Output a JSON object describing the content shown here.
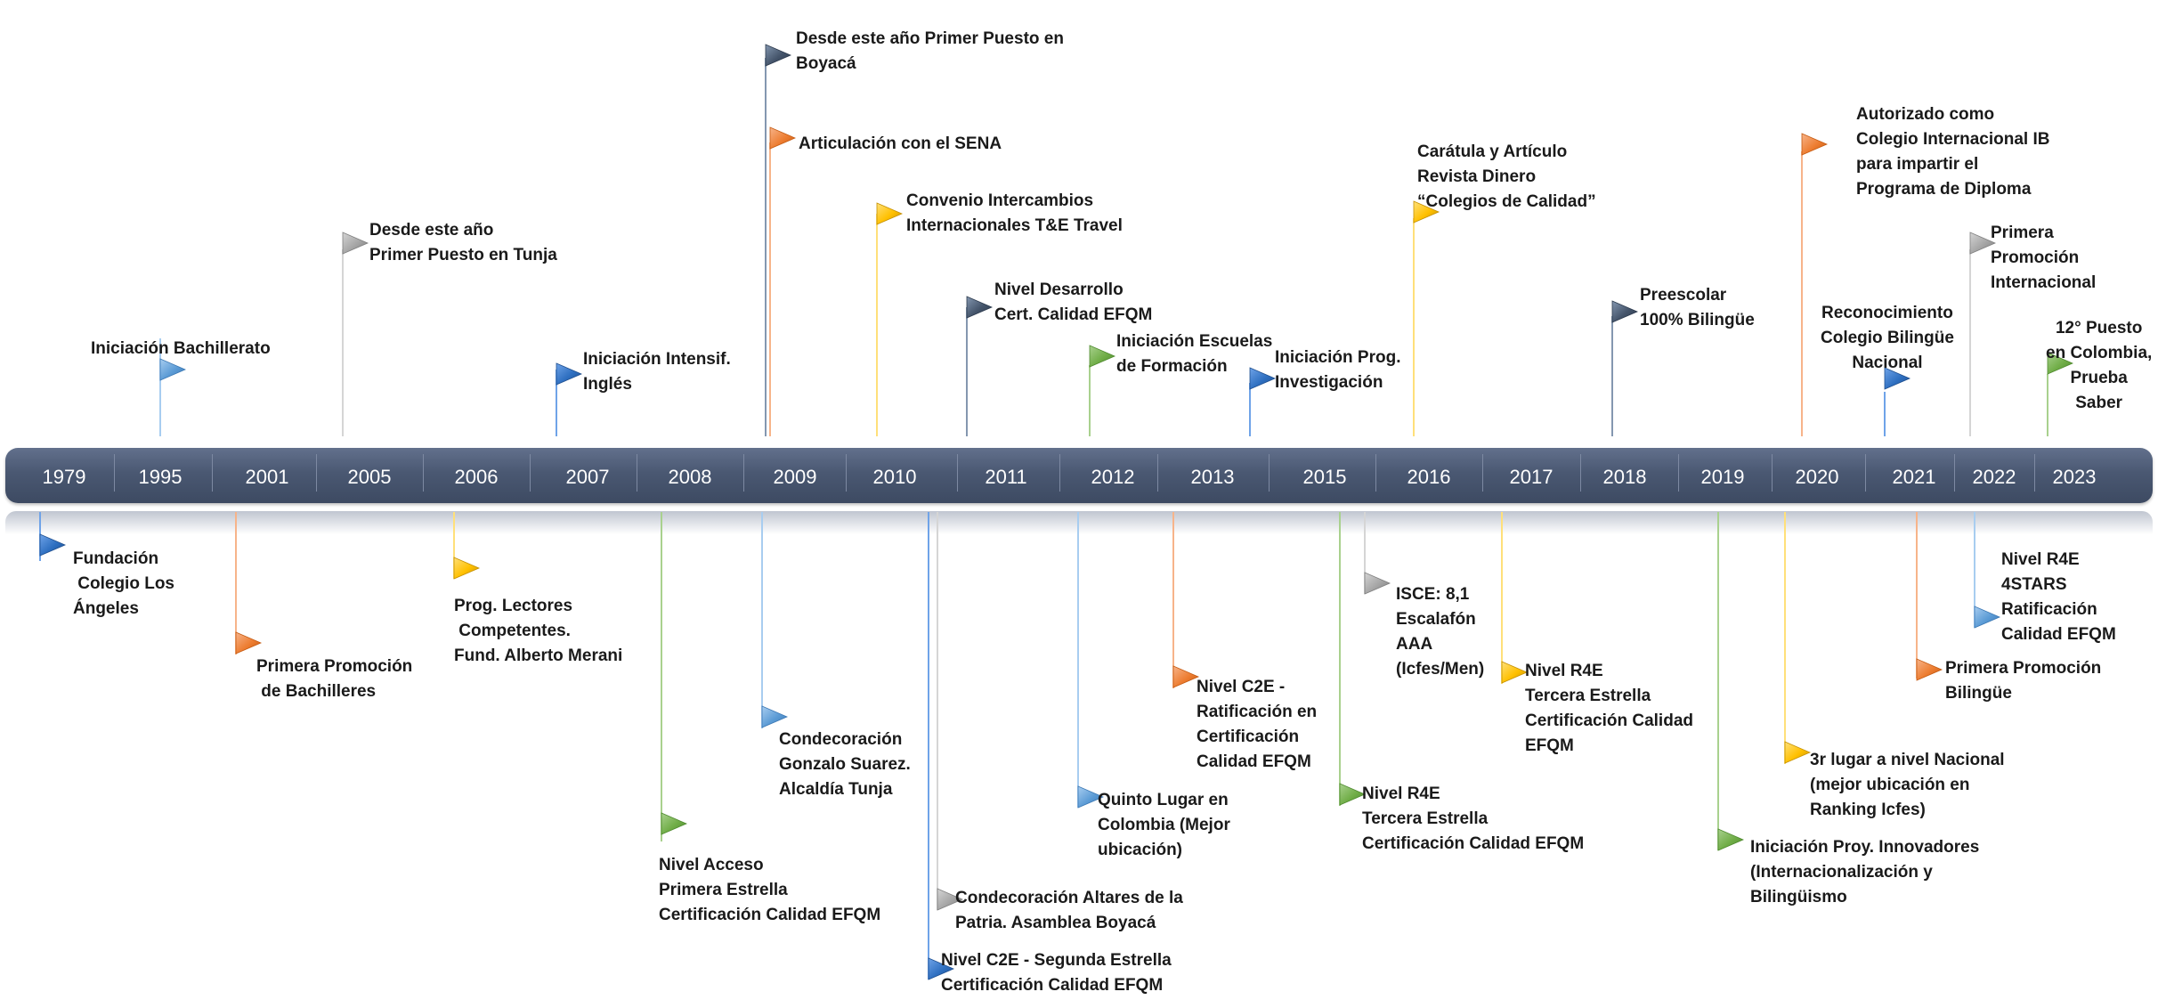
{
  "years": [
    "1979",
    "1995",
    "2001",
    "2005",
    "2006",
    "2007",
    "2008",
    "2009",
    "2010",
    "2011",
    "2012",
    "2013",
    "2015",
    "2016",
    "2017",
    "2018",
    "2019",
    "2020",
    "2021",
    "2022",
    "2023"
  ],
  "colors": {
    "bar": "#4a5872",
    "blue": "#2e6fc0",
    "lightblue": "#5b9bd5",
    "orange": "#ed7d31",
    "gray": "#a5a5a5",
    "yellow": "#ffc000",
    "green": "#70ad47",
    "navy": "#44546a"
  },
  "events_above": [
    {
      "year": "1995",
      "color": "lightblue",
      "text": "Iniciación Bachillerato"
    },
    {
      "year": "2005",
      "color": "gray",
      "text": "Desde este año\nPrimer Puesto en Tunja"
    },
    {
      "year": "2007",
      "color": "blue",
      "text": "Iniciación Intensif.\nInglés"
    },
    {
      "year": "2009",
      "color": "navy",
      "text": "Desde este año Primer Puesto en\nBoyacá"
    },
    {
      "year": "2009",
      "color": "orange",
      "text": "Articulación con el SENA"
    },
    {
      "year": "2010",
      "color": "yellow",
      "text": "Convenio Intercambios\nInternacionales T&E Travel"
    },
    {
      "year": "2011",
      "color": "navy",
      "text": "Nivel Desarrollo\nCert. Calidad EFQM"
    },
    {
      "year": "2012",
      "color": "green",
      "text": "Iniciación Escuelas\nde Formación"
    },
    {
      "year": "2013",
      "color": "blue",
      "text": "Iniciación Prog.\nInvestigación"
    },
    {
      "year": "2016",
      "color": "yellow",
      "text": "Carátula y Artículo\nRevista Dinero\n“Colegios de Calidad”"
    },
    {
      "year": "2018",
      "color": "navy",
      "text": "Preescolar\n100% Bilingüe"
    },
    {
      "year": "2020",
      "color": "orange",
      "text": "Autorizado como\nColegio Internacional IB\npara impartir el\nPrograma de Diploma"
    },
    {
      "year": "2021",
      "color": "blue",
      "text": "Reconocimiento\nColegio Bilingüe\nNacional"
    },
    {
      "year": "2022",
      "color": "gray",
      "text": "Primera\nPromoción\nInternacional"
    },
    {
      "year": "2023",
      "color": "green",
      "text": "12° Puesto\nen Colombia,\nPrueba\nSaber"
    }
  ],
  "events_below": [
    {
      "year": "1979",
      "color": "blue",
      "text": "Fundación\n Colegio Los\nÁngeles"
    },
    {
      "year": "2001",
      "color": "orange",
      "text": "Primera Promoción\n de Bachilleres"
    },
    {
      "year": "2006",
      "color": "yellow",
      "text": "Prog. Lectores\n Competentes.\nFund. Alberto Merani"
    },
    {
      "year": "2008",
      "color": "green",
      "text": "Nivel Acceso\nPrimera Estrella\nCertificación Calidad EFQM"
    },
    {
      "year": "2009",
      "color": "lightblue",
      "text": "Condecoración\nGonzalo Suarez.\nAlcaldía Tunja"
    },
    {
      "year": "2010",
      "color": "gray",
      "text": "Condecoración Altares de la\nPatria. Asamblea Boyacá"
    },
    {
      "year": "2010",
      "color": "blue",
      "text": "Nivel C2E - Segunda Estrella\nCertificación Calidad EFQM"
    },
    {
      "year": "2012",
      "color": "lightblue",
      "text": "Quinto Lugar en\nColombia (Mejor\nubicación)"
    },
    {
      "year": "2013",
      "color": "orange",
      "text": "Nivel C2E -\nRatificación en\nCertificación\nCalidad EFQM"
    },
    {
      "year": "2015",
      "color": "green",
      "text": "Nivel R4E\nTercera Estrella\nCertificación Calidad EFQM"
    },
    {
      "year": "2015",
      "color": "gray",
      "text": "ISCE: 8,1\nEscalafón\nAAA\n(Icfes/Men)"
    },
    {
      "year": "2017",
      "color": "yellow",
      "text": "Nivel R4E\nTercera Estrella\nCertificación Calidad\nEFQM"
    },
    {
      "year": "2019",
      "color": "green",
      "text": "Iniciación Proy. Innovadores\n(Internacionalización y\nBilingüismo"
    },
    {
      "year": "2020",
      "color": "yellow",
      "text": "3r lugar a nivel Nacional\n(mejor ubicación en\nRanking Icfes)"
    },
    {
      "year": "2021",
      "color": "orange",
      "text": "Primera Promoción\nBilingüe"
    },
    {
      "year": "2022",
      "color": "lightblue",
      "text": "Nivel R4E\n4STARS\nRatificación\nCalidad EFQM"
    }
  ]
}
